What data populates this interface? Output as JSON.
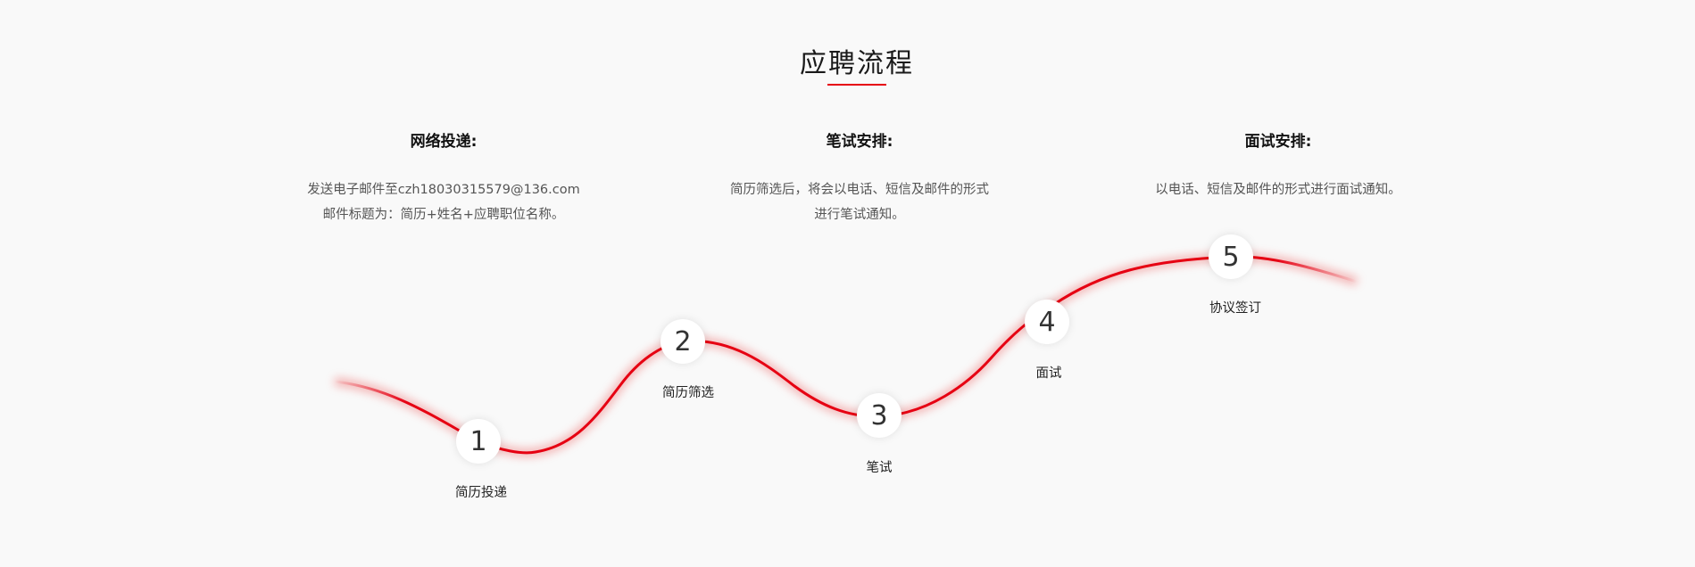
{
  "section": {
    "title": "应聘流程",
    "accent_color": "#e60012"
  },
  "info_columns": [
    {
      "heading": "网络投递:",
      "lines": [
        "发送电子邮件至czh18030315579@136.com",
        "邮件标题为：简历+姓名+应聘职位名称。"
      ]
    },
    {
      "heading": "笔试安排:",
      "lines": [
        "简历筛选后，将会以电话、短信及邮件的形式",
        "进行笔试通知。"
      ]
    },
    {
      "heading": "面试安排:",
      "lines": [
        "以电话、短信及邮件的形式进行面试通知。"
      ]
    }
  ],
  "steps": [
    {
      "number": "1",
      "label": "简历投递"
    },
    {
      "number": "2",
      "label": "简历筛选"
    },
    {
      "number": "3",
      "label": "笔试"
    },
    {
      "number": "4",
      "label": "面试"
    },
    {
      "number": "5",
      "label": "协议签订"
    }
  ]
}
